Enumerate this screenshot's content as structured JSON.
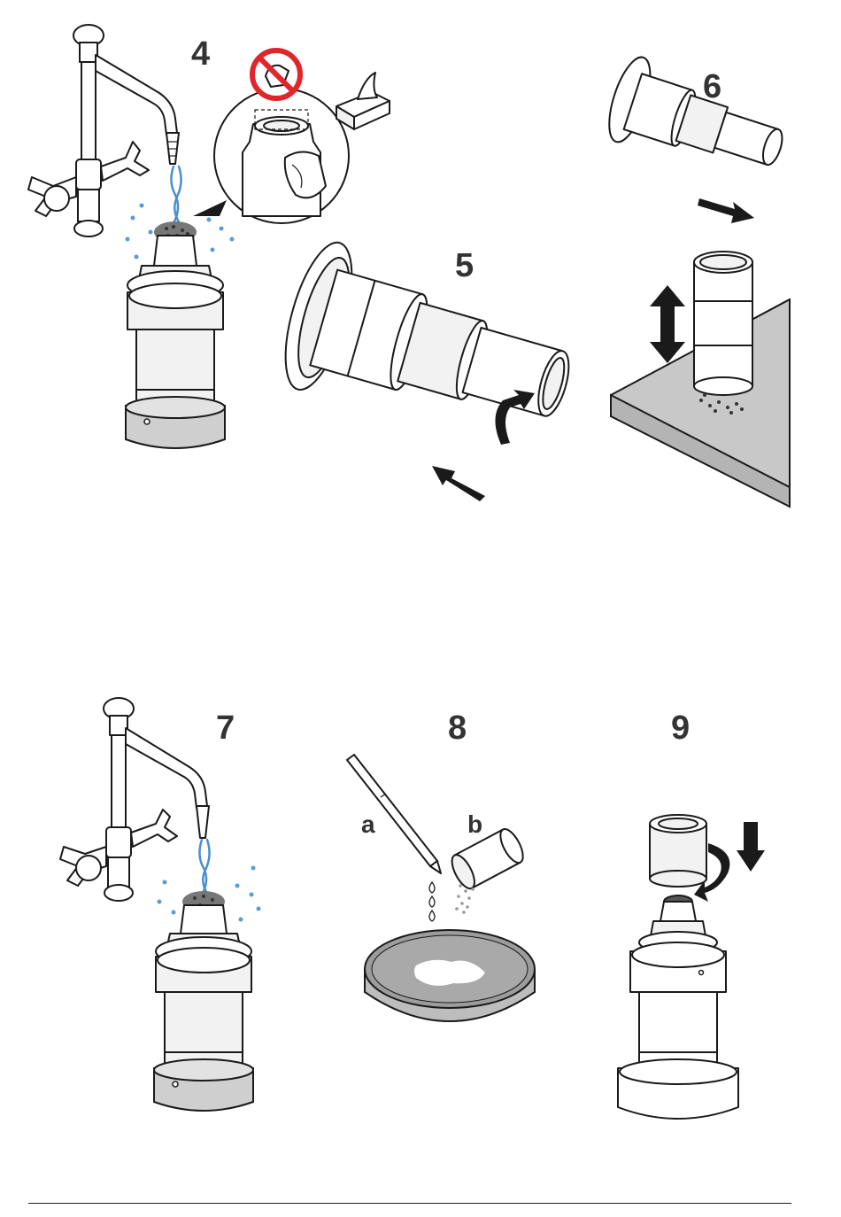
{
  "steps": [
    {
      "number": "4"
    },
    {
      "number": "5"
    },
    {
      "number": "6"
    },
    {
      "number": "7"
    },
    {
      "number": "8"
    },
    {
      "number": "9"
    }
  ],
  "step8_labels": {
    "a": "a",
    "b": "b"
  },
  "colors": {
    "water": "#5b9bd5",
    "prohibited": "#e0262b",
    "surface": "#c8c8c8",
    "ink": "#1a1a1a"
  },
  "icons": [
    "faucet-icon",
    "sensor-body-icon",
    "prohibited-wipe-icon",
    "tissue-box-icon",
    "rotate-arrow-icon",
    "push-arrow-icon",
    "pipette-icon",
    "powder-container-icon",
    "petri-dish-icon"
  ]
}
